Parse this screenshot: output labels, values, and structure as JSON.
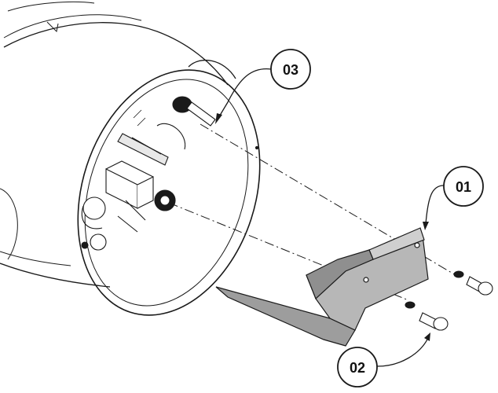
{
  "diagram": {
    "callouts": {
      "c01": "01",
      "c02": "02",
      "c03": "03"
    },
    "colors": {
      "line": "#1a1a1a",
      "bracket_fill": "#b7b7b7",
      "bracket_shade": "#8f8f8f",
      "background": "#ffffff"
    }
  }
}
